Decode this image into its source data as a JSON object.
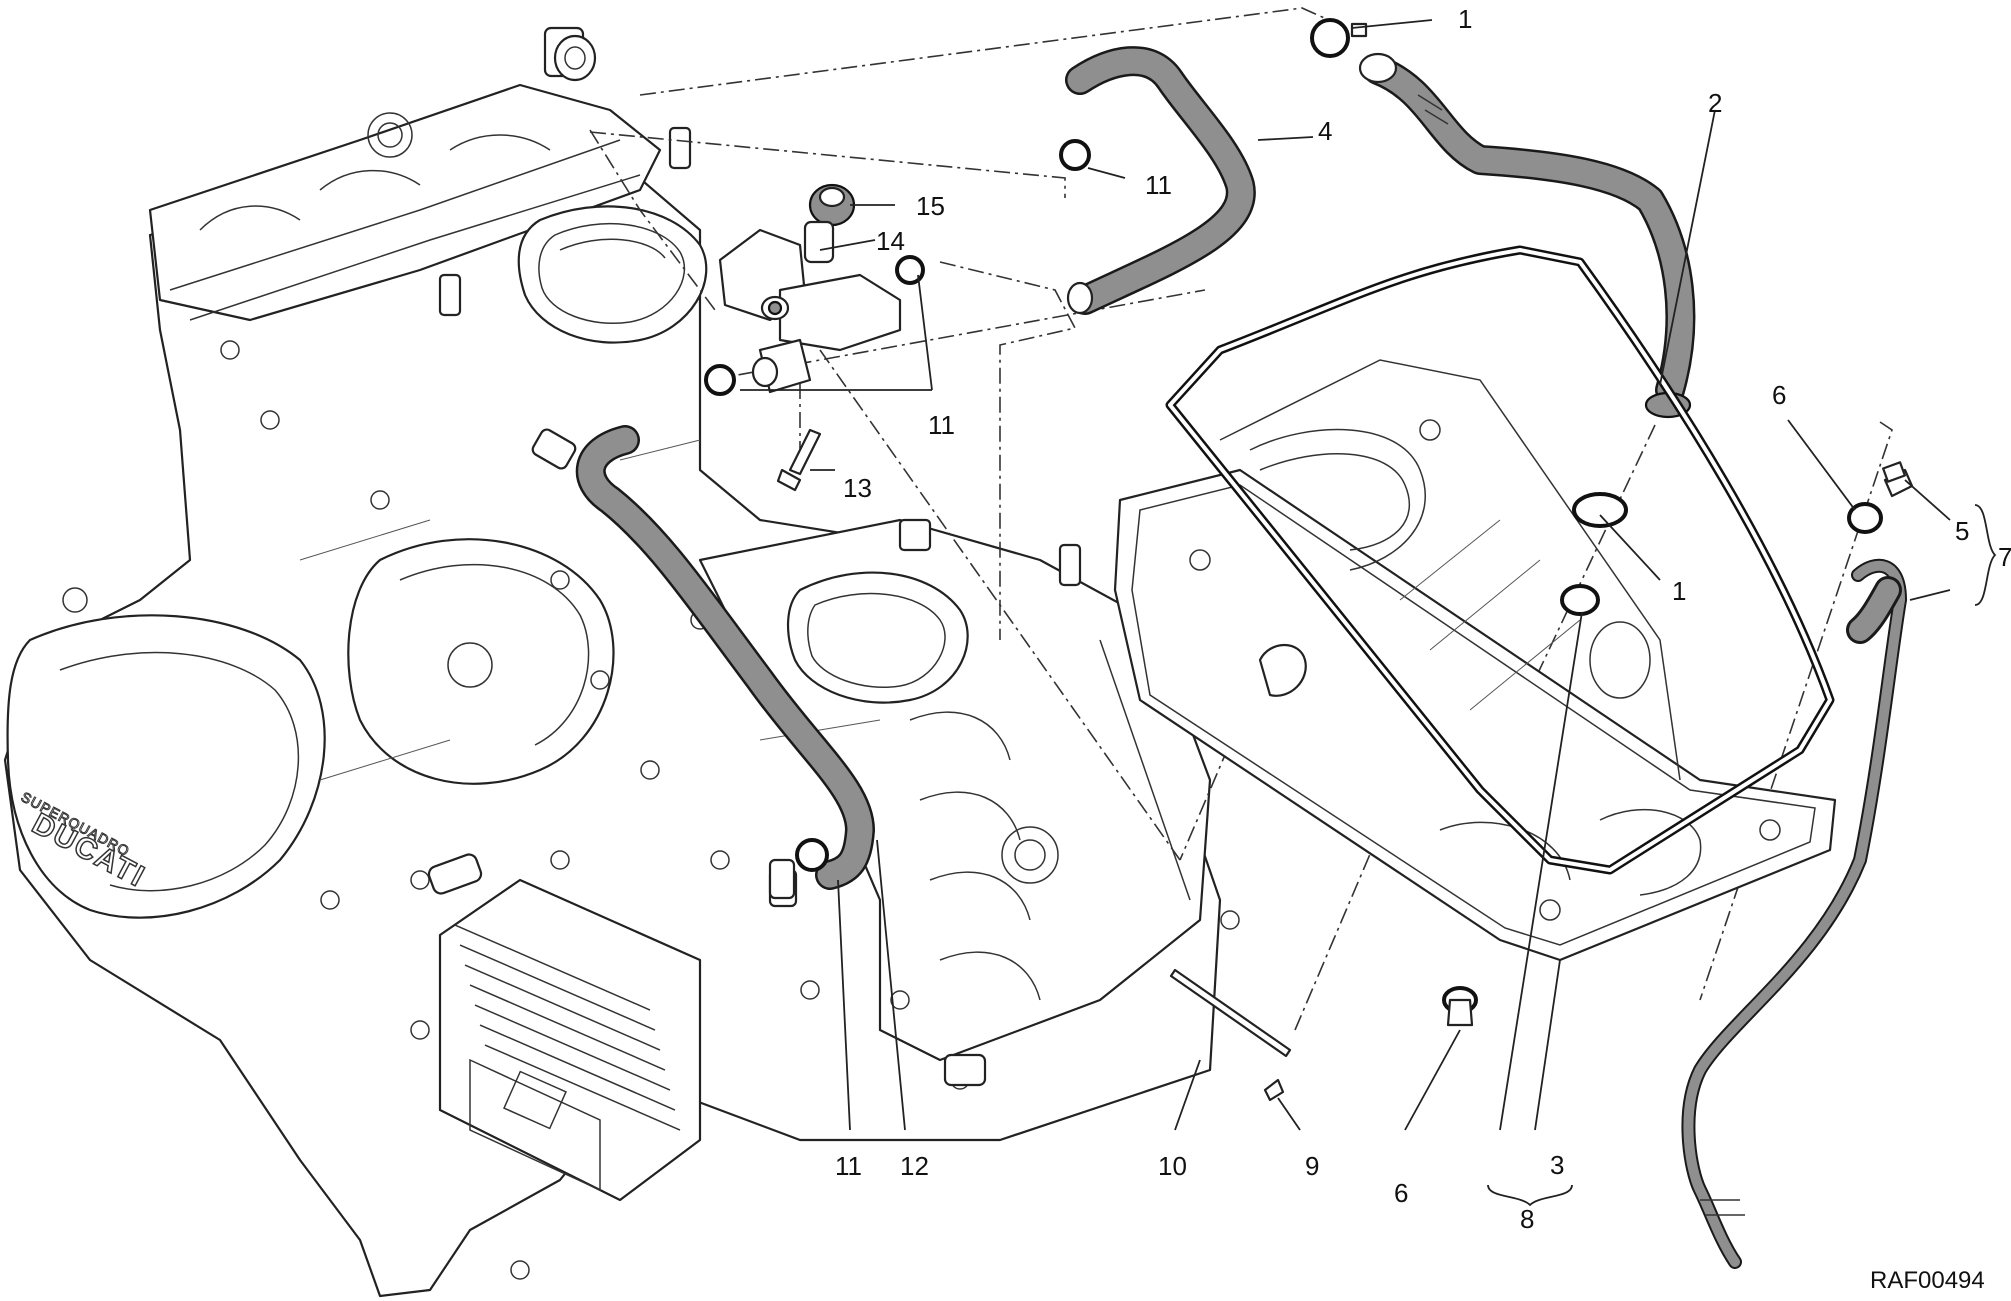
{
  "drawing_code": "RAF00494",
  "engine_branding": {
    "logo_main": "DUCATI",
    "logo_sub": "SUPERQUADRO"
  },
  "callouts": [
    {
      "id": "c1a",
      "number": "1"
    },
    {
      "id": "c1b",
      "number": "1"
    },
    {
      "id": "c2",
      "number": "2"
    },
    {
      "id": "c3",
      "number": "3"
    },
    {
      "id": "c4",
      "number": "4"
    },
    {
      "id": "c5",
      "number": "5"
    },
    {
      "id": "c6a",
      "number": "6"
    },
    {
      "id": "c6b",
      "number": "6"
    },
    {
      "id": "c7",
      "number": "7"
    },
    {
      "id": "c8",
      "number": "8"
    },
    {
      "id": "c9",
      "number": "9"
    },
    {
      "id": "c10",
      "number": "10"
    },
    {
      "id": "c11a",
      "number": "11"
    },
    {
      "id": "c11b",
      "number": "11"
    },
    {
      "id": "c11c",
      "number": "11"
    },
    {
      "id": "c12",
      "number": "12"
    },
    {
      "id": "c13",
      "number": "13"
    },
    {
      "id": "c14",
      "number": "14"
    },
    {
      "id": "c15",
      "number": "15"
    }
  ],
  "colors": {
    "hose": "#8f8f8f",
    "line": "#222222",
    "background": "#ffffff"
  }
}
